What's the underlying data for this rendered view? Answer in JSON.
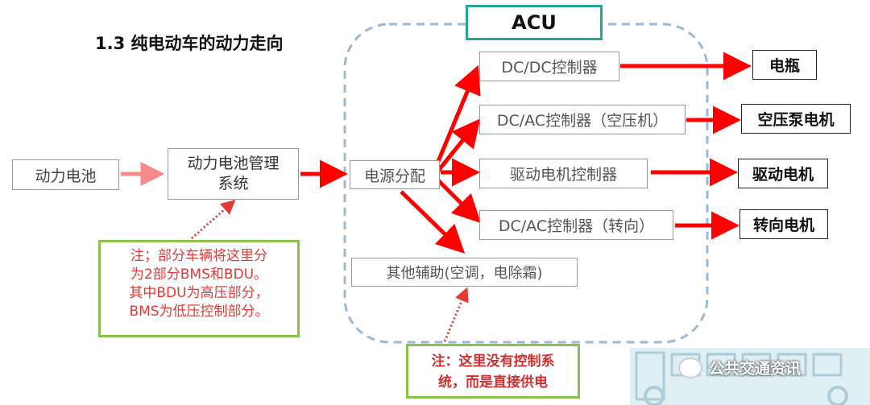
{
  "title": "1.3 纯电动车的动力走向",
  "acu_label": "ACU",
  "nodes": {
    "power_battery": "动力电池",
    "bms_line1": "动力电池管理",
    "bms_line2": "系统",
    "power_distribution": "电源分配",
    "dcdc": "DC/DC控制器",
    "dcac_ac": "DC/AC控制器（空压机）",
    "drive_ctrl": "驱动电机控制器",
    "dcac_steer": "DC/AC控制器（转向）",
    "aux": "其他辅助(空调，电除霜)",
    "battery_out": "电瓶",
    "air_pump_motor": "空压泵电机",
    "drive_motor": "驱动电机",
    "steering_motor": "转向电机"
  },
  "notes": {
    "note1_lines": [
      "注；部分车辆将这里分",
      "为2部分BMS和BDU。",
      "其中BDU为高压部分，",
      "BMS为低压控制部分。"
    ],
    "note2_lines": [
      "注：这里没有控制系",
      "统，而是直接供电"
    ]
  },
  "watermark": "公共交通资讯",
  "colors": {
    "arrow_red": "#ff0000",
    "arrow_pink": "#f48a8a",
    "dotted_red": "#e53935",
    "dashed_blue": "#9ab8d8",
    "note_border": "#8bc34a",
    "acu_border": "#26a69a"
  }
}
